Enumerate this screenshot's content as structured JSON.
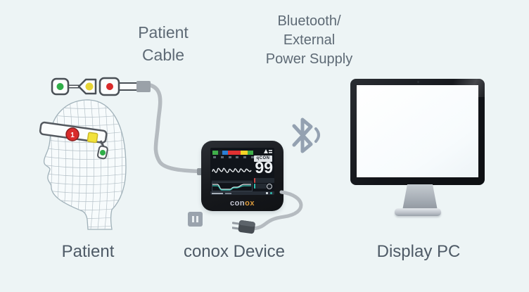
{
  "colors": {
    "background": "#edf4f5",
    "annotation_text": "#5e6a75",
    "caption_text": "#4e5a66",
    "cable": "#b5bbc0",
    "device_body": "#17191d",
    "accent_teal": "#2fbfae",
    "bluetooth_icon": "#94a1b1"
  },
  "annotations": {
    "patient_cable": [
      "Patient",
      "Cable"
    ],
    "bluetooth_power": [
      "Bluetooth/",
      "External",
      "Power Supply"
    ]
  },
  "captions": {
    "patient": "Patient",
    "conox_device": "conox Device",
    "display_pc": "Display PC"
  },
  "head": {
    "electrode_label": "1",
    "electrode_colors": [
      "#d92b2b",
      "#f2e23a",
      "#2fae48"
    ]
  },
  "electrode_strip": {
    "pad_colors": [
      "#2fae48",
      "#e8d535",
      "#d92b2b"
    ]
  },
  "device": {
    "brand_prefix": "con",
    "brand_suffix": "ox",
    "screen": {
      "index_label": "qCON",
      "index_value": "99",
      "scale_colors": [
        "#3fae4a",
        "#20262c",
        "#2b7fd4",
        "#e03131",
        "#f5d327",
        "#3fae4a"
      ]
    }
  },
  "icons": {
    "bluetooth": "bluetooth-signal-icon",
    "outlet": "power-outlet-icon",
    "plug": "power-plug-icon"
  }
}
